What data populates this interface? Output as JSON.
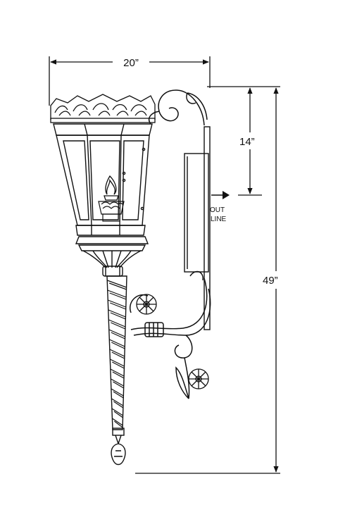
{
  "dimensions": {
    "width_label": "20”",
    "mount_height_label": "14”",
    "overall_height_label": "49”"
  },
  "outlet": {
    "line1": "OUT",
    "line2": "LINE"
  },
  "colors": {
    "stroke": "#111111",
    "background": "#ffffff"
  }
}
